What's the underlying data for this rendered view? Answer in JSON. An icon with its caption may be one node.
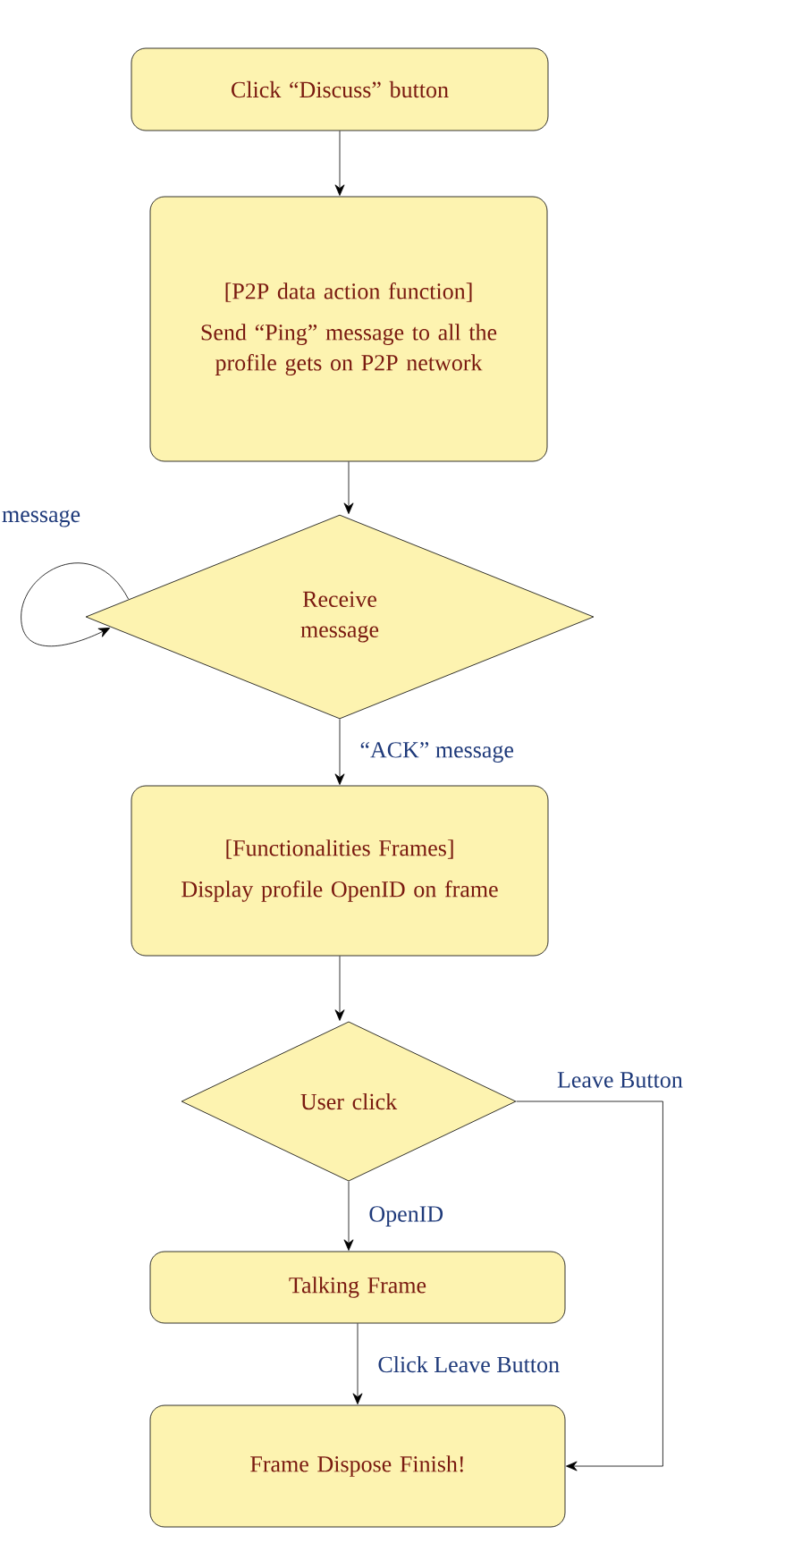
{
  "diagram": {
    "nodes": [
      {
        "text": [
          "Click “Discuss” button"
        ]
      },
      {
        "text": [
          "[P2P data action function]",
          "Send “Ping” message to all the profile gets on P2P network"
        ]
      },
      {
        "text": [
          "Receive message"
        ]
      },
      {
        "text": [
          "[Functionalities Frames]",
          "Display profile OpenID on frame"
        ]
      },
      {
        "text": [
          "User click"
        ]
      },
      {
        "text": [
          "Talking Frame"
        ]
      },
      {
        "text": [
          "Frame Dispose Finish!"
        ]
      }
    ],
    "edges": [
      {
        "from": 0,
        "to": 1,
        "arrow": "to"
      },
      {
        "from": 1,
        "to": 2,
        "arrow": "to"
      },
      {
        "from": 2,
        "to": 2,
        "arrow": "to",
        "label": "message"
      },
      {
        "from": 2,
        "to": 3,
        "arrow": "to",
        "label": "“ACK” message"
      },
      {
        "from": 3,
        "to": 4,
        "arrow": "to"
      },
      {
        "from": 4,
        "to": 5,
        "arrow": "to",
        "label": "OpenID"
      },
      {
        "from": 4,
        "to": 6,
        "arrow": "to",
        "label": "Leave Button"
      },
      {
        "from": 5,
        "to": 6,
        "arrow": "to",
        "label": "Click Leave Button"
      }
    ]
  }
}
